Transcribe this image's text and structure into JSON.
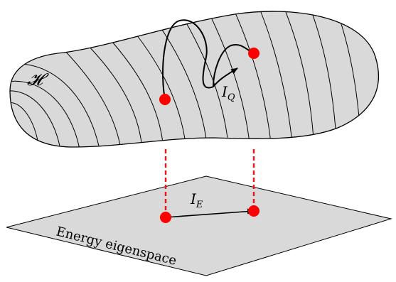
{
  "labels": {
    "hilbert_space": "𝓗",
    "quantum_path": "I",
    "quantum_path_sub": "Q",
    "energy_path": "I",
    "energy_path_sub": "E",
    "plane": "Energy eigenspace"
  },
  "colors": {
    "manifold_fill": "#d9d9d9",
    "plane_fill": "#d9d9d9",
    "point": "#ff0000",
    "projection_line": "#e31a1c",
    "stroke": "#000000"
  }
}
